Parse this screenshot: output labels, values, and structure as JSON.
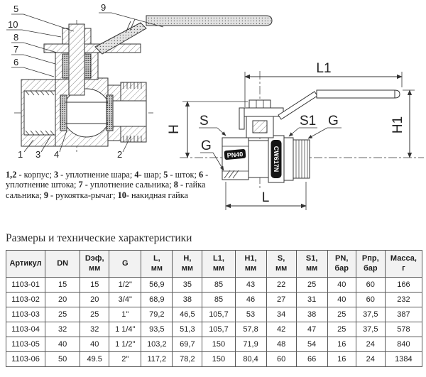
{
  "diagram": {
    "callouts": {
      "n1": "1",
      "n2": "2",
      "n3": "3",
      "n4": "4",
      "n5": "5",
      "n6": "6",
      "n7": "7",
      "n8": "8",
      "n9": "9",
      "n10": "10"
    },
    "dimensions": {
      "L1": "L1",
      "H1": "H1",
      "H": "H",
      "L": "L",
      "S": "S",
      "S1": "S1",
      "G_left": "G",
      "G_right": "G"
    },
    "markings": {
      "pressure": "PN40",
      "alloy": "CW617N"
    }
  },
  "legend": {
    "segments": [
      {
        "b": "1,2"
      },
      {
        "t": " - корпус; "
      },
      {
        "b": "3"
      },
      {
        "t": " - уплотнение шара; "
      },
      {
        "b": "4"
      },
      {
        "t": "- шар; "
      },
      {
        "b": "5"
      },
      {
        "t": " - шток; "
      },
      {
        "b": "6"
      },
      {
        "t": " - уплотнение штока; "
      },
      {
        "b": "7"
      },
      {
        "t": " - уплотнение сальника; "
      },
      {
        "b": "8"
      },
      {
        "t": " - гайка сальника; "
      },
      {
        "b": "9"
      },
      {
        "t": " - рукоятка-рычаг; "
      },
      {
        "b": "10"
      },
      {
        "t": "- накидная гайка"
      }
    ]
  },
  "section": {
    "title": "Размеры и технические характеристики"
  },
  "table": {
    "headers": [
      "Артикул",
      "DN",
      "Dэф,\nмм",
      "G",
      "L,\nмм",
      "H,\nмм",
      "L1,\nмм",
      "H1,\nмм",
      "S,\nмм",
      "S1,\nмм",
      "PN,\nбар",
      "Рпр,\nбар",
      "Масса,\nг"
    ],
    "rows": [
      [
        "1103-01",
        "15",
        "15",
        "1/2\"",
        "56,9",
        "35",
        "85",
        "43",
        "22",
        "25",
        "40",
        "60",
        "166"
      ],
      [
        "1103-02",
        "20",
        "20",
        "3/4\"",
        "68,9",
        "38",
        "85",
        "46",
        "27",
        "31",
        "40",
        "60",
        "232"
      ],
      [
        "1103-03",
        "25",
        "25",
        "1\"",
        "79,2",
        "46,5",
        "105,7",
        "53",
        "34",
        "38",
        "25",
        "37,5",
        "387"
      ],
      [
        "1103-04",
        "32",
        "32",
        "1 1/4\"",
        "93,5",
        "51,3",
        "105,7",
        "57,8",
        "42",
        "47",
        "25",
        "37,5",
        "578"
      ],
      [
        "1103-05",
        "40",
        "40",
        "1 1/2\"",
        "103,2",
        "69,7",
        "150",
        "71,9",
        "48",
        "54",
        "16",
        "24",
        "840"
      ],
      [
        "1103-06",
        "50",
        "49.5",
        "2\"",
        "117,2",
        "78,2",
        "150",
        "80,4",
        "60",
        "66",
        "16",
        "24",
        "1384"
      ]
    ]
  },
  "colors": {
    "line": "#333333",
    "table_border": "#5a5a5a",
    "table_header_bg": "#f2f2f2",
    "badge_bg": "#151515"
  }
}
